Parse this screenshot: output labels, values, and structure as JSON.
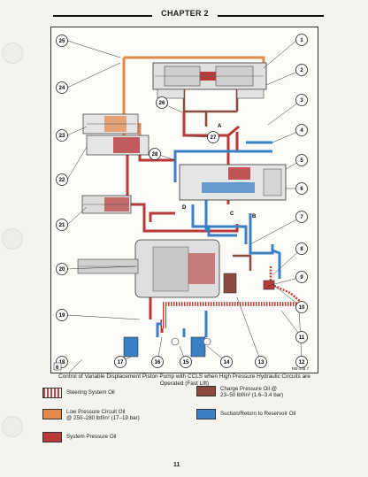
{
  "header": {
    "chapter": "CHAPTER 2"
  },
  "diagram": {
    "callouts": [
      "1",
      "2",
      "3",
      "4",
      "5",
      "6",
      "7",
      "8",
      "9",
      "10",
      "11",
      "12",
      "13",
      "14",
      "15",
      "16",
      "17",
      "18",
      "19",
      "20",
      "21",
      "22",
      "23",
      "24",
      "25",
      "26",
      "27",
      "28"
    ],
    "letters": [
      "A",
      "B",
      "C",
      "D"
    ],
    "reference_code": "RB-145 7",
    "caption": "Control of Variable Displacement Piston Pump with CCLS when High Pressure Hydraulic Circuits are Operated (Fast Lift)"
  },
  "legend": {
    "steering": {
      "label": "Steering System Oil",
      "color": "#c8403a"
    },
    "low_pressure": {
      "label_line1": "Low Pressure Circuit Oil",
      "label_line2": "@ 250–280 lbf/in² (17–19 bar)",
      "color": "#e38a4a"
    },
    "system": {
      "label": "System Pressure Oil",
      "color": "#b8393a"
    },
    "charge": {
      "label_line1": "Charge Pressure Oil @",
      "label_line2": "23–50 lbf/in² (1.6–3.4 bar)",
      "color": "#8b4a3f"
    },
    "suction": {
      "label": "Suction/Return to Reservoir Oil",
      "color": "#3b7fc4"
    }
  },
  "page_number": "11"
}
